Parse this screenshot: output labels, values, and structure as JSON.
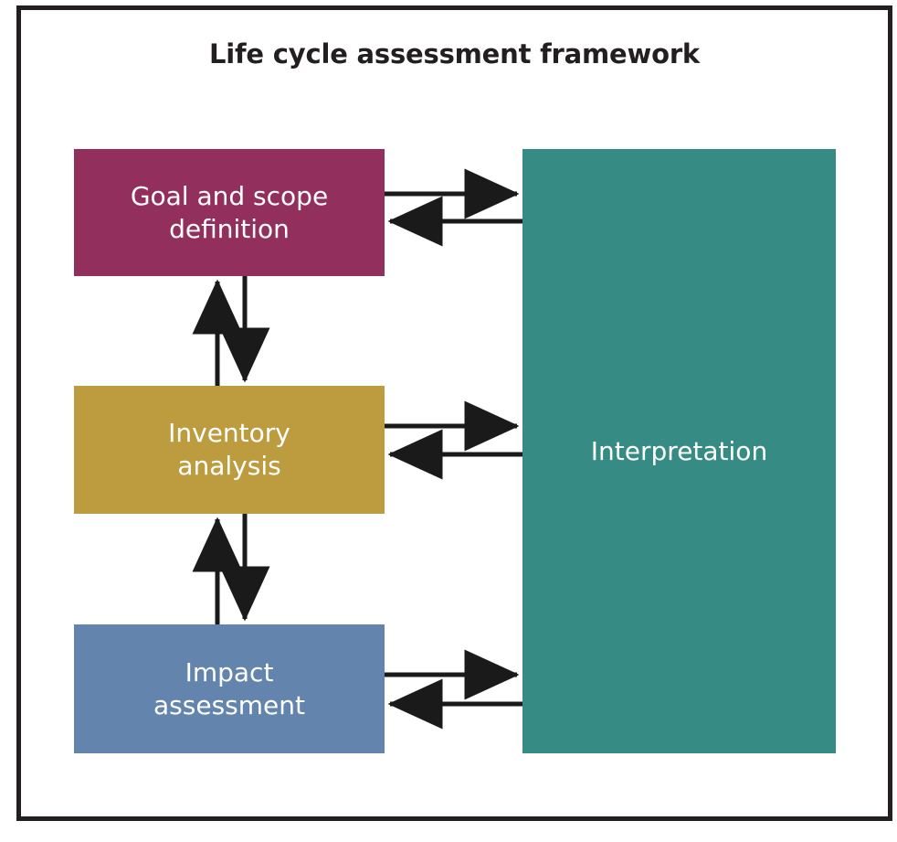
{
  "diagram": {
    "title": "Life cycle assessment framework",
    "frame_border_color": "#231f20",
    "background_color": "#ffffff",
    "arrow_color": "#1a1a1a",
    "nodes": [
      {
        "id": "goal-and-scope-definition",
        "label": "Goal and scope\ndefinition",
        "color": "#932f5c",
        "text_color": "#ffffff"
      },
      {
        "id": "inventory-analysis",
        "label": "Inventory\nanalysis",
        "color": "#bd9b3f",
        "text_color": "#ffffff"
      },
      {
        "id": "impact-assessment",
        "label": "Impact\nassessment",
        "color": "#6384ad",
        "text_color": "#ffffff"
      },
      {
        "id": "interpretation",
        "label": "Interpretation",
        "color": "#368c84",
        "text_color": "#ffffff"
      }
    ],
    "connections": [
      {
        "from": "goal-and-scope-definition",
        "to": "interpretation",
        "direction": "right"
      },
      {
        "from": "interpretation",
        "to": "goal-and-scope-definition",
        "direction": "left"
      },
      {
        "from": "inventory-analysis",
        "to": "interpretation",
        "direction": "right"
      },
      {
        "from": "interpretation",
        "to": "inventory-analysis",
        "direction": "left"
      },
      {
        "from": "impact-assessment",
        "to": "interpretation",
        "direction": "right"
      },
      {
        "from": "interpretation",
        "to": "impact-assessment",
        "direction": "left"
      },
      {
        "from": "inventory-analysis",
        "to": "goal-and-scope-definition",
        "direction": "up"
      },
      {
        "from": "goal-and-scope-definition",
        "to": "inventory-analysis",
        "direction": "down"
      },
      {
        "from": "impact-assessment",
        "to": "inventory-analysis",
        "direction": "up"
      },
      {
        "from": "inventory-analysis",
        "to": "impact-assessment",
        "direction": "down"
      }
    ]
  }
}
